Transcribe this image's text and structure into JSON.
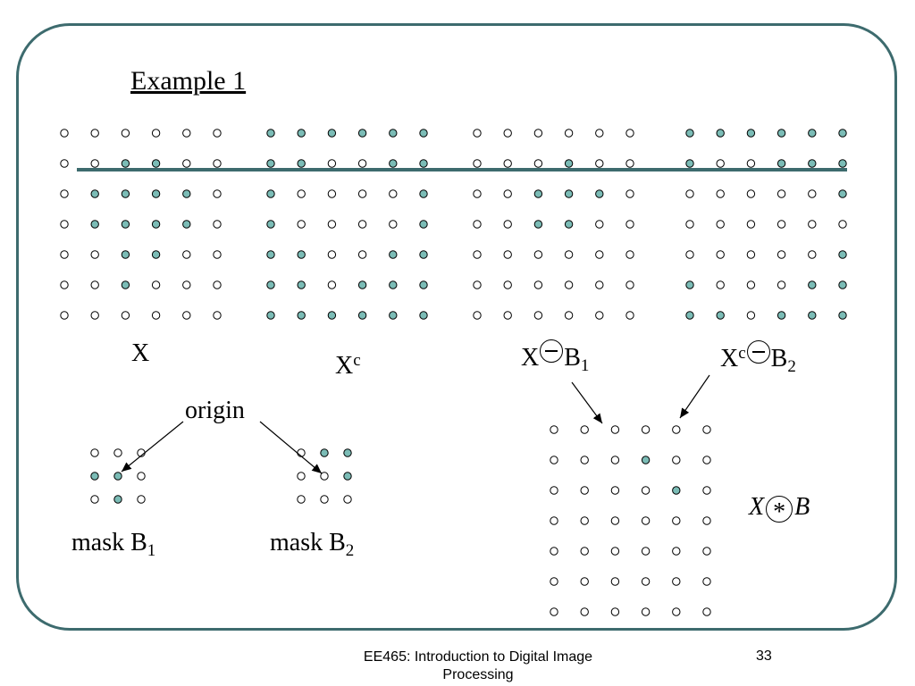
{
  "slide": {
    "title": "Example 1",
    "labels": {
      "x": "X",
      "xc_base": "X",
      "xc_sup": "c",
      "ero1_base": "X",
      "ero1_b": "B",
      "ero1_sub": "1",
      "ero2_base": "X",
      "ero2_sup": "c",
      "ero2_b": "B",
      "ero2_sub": "2",
      "origin": "origin",
      "mask1": "mask B",
      "mask1_sub": "1",
      "mask2": "mask B",
      "mask2_sub": "2",
      "hmt_x": "X",
      "hmt_star": "*",
      "hmt_b": "B"
    }
  },
  "grids": {
    "x": [
      "000000",
      "001100",
      "011110",
      "011110",
      "001100",
      "001000",
      "000000"
    ],
    "xc": [
      "111111",
      "110011",
      "100001",
      "100001",
      "110011",
      "110111",
      "111111"
    ],
    "erosion_b1": [
      "000000",
      "000100",
      "001110",
      "001100",
      "000000",
      "000000",
      "000000"
    ],
    "erosion_b2": [
      "111111",
      "100111",
      "000001",
      "000000",
      "000001",
      "100011",
      "110111"
    ],
    "mask_b1": [
      "000",
      "110",
      "010"
    ],
    "mask_b2": [
      "011",
      "001",
      "000"
    ],
    "result": [
      "000000",
      "000100",
      "000010",
      "000000",
      "000000",
      "000000",
      "000000"
    ]
  },
  "colors": {
    "frame": "#3d6b6e",
    "filled_dot": "#7bbcb6",
    "line": "#3d6b6e"
  },
  "footer": {
    "course": "EE465: Introduction to Digital Image Processing",
    "page": "33"
  }
}
